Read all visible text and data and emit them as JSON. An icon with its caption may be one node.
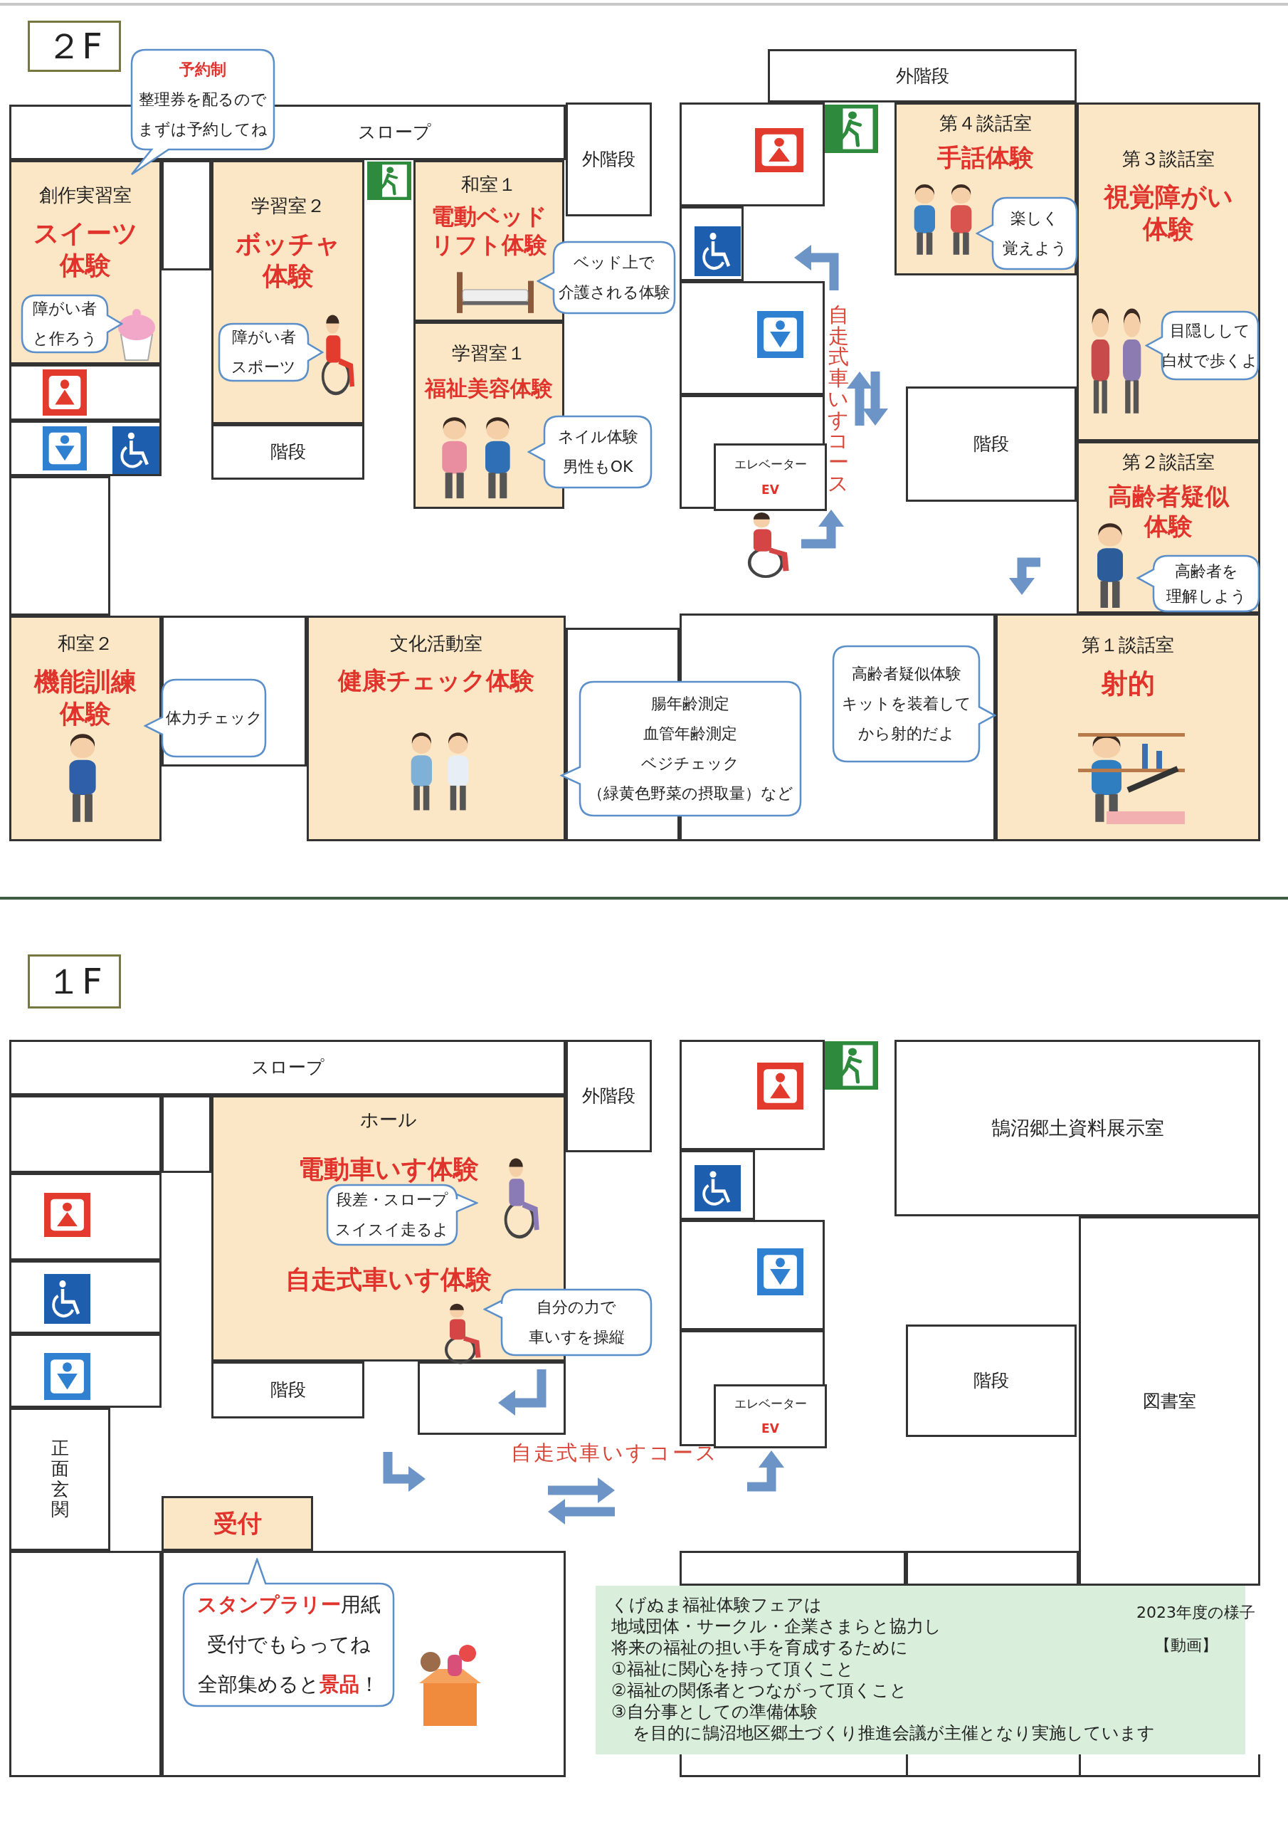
{
  "diagram": {
    "nodes": [
      {
        "text": [
          "２F"
        ]
      },
      {
        "text": [
          "予約制",
          "整理券を配るのでまずは予約してね"
        ]
      },
      {
        "text": [
          "外階段"
        ]
      },
      {
        "text": [
          "スロープ"
        ]
      },
      {
        "text": [
          "外階段"
        ]
      },
      {
        "text": [],
        "shape": "box"
      },
      {
        "text": [
          "第４談話室",
          "手話体験"
        ]
      },
      {
        "text": [
          "楽しく覚えよう"
        ],
        "in": 6
      },
      {
        "text": [
          "第３談話室",
          "視覚障がい体験"
        ]
      },
      {
        "text": [
          "目隠しして白杖で歩くよ"
        ],
        "in": 8
      },
      {
        "text": [
          "創作実習室",
          "スイーツ体験"
        ]
      },
      {
        "text": [
          "障がい者と作ろう"
        ],
        "in": 10
      },
      {
        "text": [],
        "shape": "box"
      },
      {
        "text": [
          "学習室２",
          "ボッチャ体験"
        ]
      },
      {
        "text": [
          "障がい者スポーツ"
        ],
        "in": 13
      },
      {
        "text": [
          "和室１",
          "電動ベッドリフト体験"
        ]
      },
      {
        "text": [
          "ベッド上で介護される体験"
        ]
      },
      {
        "text": [],
        "shape": "box"
      },
      {
        "text": [],
        "shape": "box"
      },
      {
        "text": [
          "学習室１",
          "福祉美容体験"
        ]
      },
      {
        "text": [
          "ネイル体験男性もOK"
        ]
      },
      {
        "text": [],
        "shape": "box"
      },
      {
        "text": [],
        "shape": "box"
      },
      {
        "text": [],
        "shape": "box"
      },
      {
        "text": [
          "エレベーター",
          "EV"
        ],
        "in": 23
      },
      {
        "text": [
          "階段"
        ]
      },
      {
        "text": [
          "階段"
        ]
      },
      {
        "text": [
          "第２談話室",
          "高齢者疑似体験"
        ]
      },
      {
        "text": [
          "高齢者を理解しよう"
        ],
        "in": 27
      },
      {
        "text": [],
        "shape": "box"
      },
      {
        "text": [
          "和室２",
          "機能訓練体験"
        ]
      },
      {
        "text": [
          "体力チェック"
        ]
      },
      {
        "text": [],
        "shape": "box"
      },
      {
        "text": [
          "文化活動室",
          "健康チェック体験"
        ]
      },
      {
        "text": [
          "腸年齢測定血管年齢測定ベジチェック（緑黄色野菜の摂取量）など"
        ]
      },
      {
        "text": [],
        "shape": "box"
      },
      {
        "text": [],
        "shape": "box"
      },
      {
        "text": [
          "高齢者疑似体験キットを装着してから射的だよ"
        ],
        "in": 36
      },
      {
        "text": [
          "第１談話室",
          "射的"
        ]
      },
      {
        "text": [
          "１F"
        ]
      },
      {
        "text": [
          "スロープ"
        ]
      },
      {
        "text": [
          "外階段"
        ]
      },
      {
        "text": [],
        "shape": "box"
      },
      {
        "text": [
          "鵠沼郷土資料展示室"
        ]
      },
      {
        "text": [],
        "shape": "box"
      },
      {
        "text": [],
        "shape": "box"
      },
      {
        "text": [
          "ホール",
          "電動車いす体験",
          "自走式車いす体験"
        ]
      },
      {
        "text": [
          "段差・スロープスイスイ走るよ"
        ],
        "in": 46
      },
      {
        "text": [
          "自分の力で車いすを操縦"
        ]
      },
      {
        "text": [],
        "shape": "box"
      },
      {
        "text": [],
        "shape": "box"
      },
      {
        "text": [],
        "shape": "box"
      },
      {
        "text": [],
        "shape": "box"
      },
      {
        "text": [
          "図書室"
        ]
      },
      {
        "text": [],
        "shape": "box"
      },
      {
        "text": [],
        "shape": "box"
      },
      {
        "text": [
          "エレベーター",
          "EV"
        ],
        "in": 55
      },
      {
        "text": [
          "階段"
        ]
      },
      {
        "text": [
          "階段"
        ]
      },
      {
        "text": [],
        "shape": "box"
      },
      {
        "text": [
          "正面玄関"
        ]
      },
      {
        "text": [
          "受付"
        ]
      },
      {
        "text": [],
        "shape": "box"
      },
      {
        "text": [],
        "shape": "box"
      },
      {
        "text": [
          "**スタンプラリー**用紙受付でもらってね全部集めると**景品**！"
        ],
        "in": 63
      },
      {
        "text": [],
        "shape": "box"
      },
      {
        "text": [],
        "shape": "box"
      },
      {
        "text": [
          "くげぬま福祉体験フェアは地域団体・サークル・企業さまらと協力し将来の福祉の担い手を育成するために",
          "①福祉に関心を持って頂くこと",
          "②福祉の関係者とつながって頂くこと",
          "③自分事としての準備体験",
          "を目的に鵠沼地区郷土づくり推進会議が主催となり実施しています",
          "2023年度の様子",
          "【動画】"
        ]
      }
    ],
    "labels": [
      "自走式車いすコース",
      "自走式車いすコース"
    ]
  }
}
